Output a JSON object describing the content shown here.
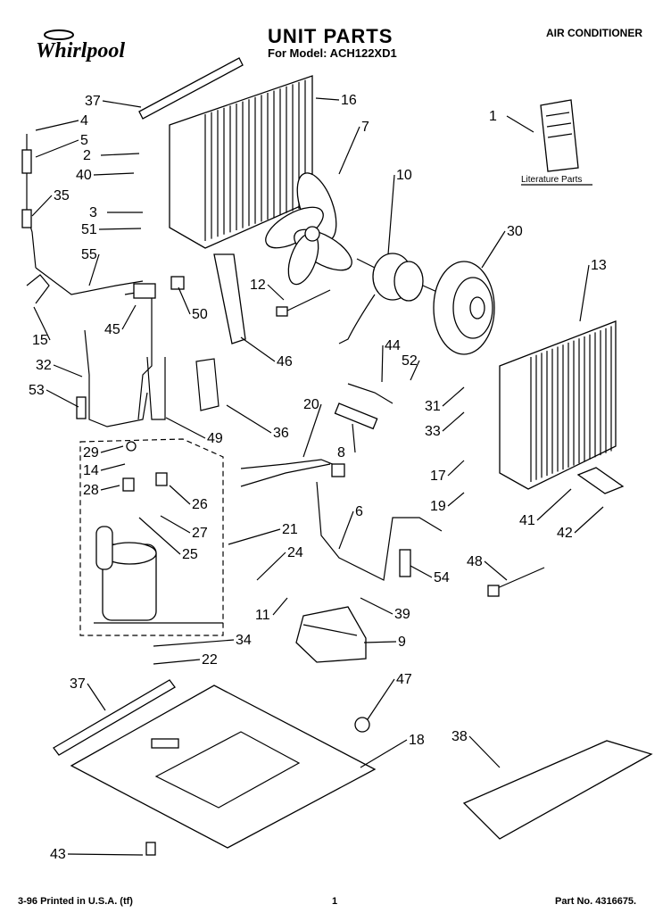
{
  "header": {
    "brand": "Whirlpool",
    "title": "UNIT PARTS",
    "model_line": "For Model: ACH122XD1",
    "product": "AIR CONDITIONER"
  },
  "literature_label": "Literature Parts",
  "callouts": [
    "1",
    "2",
    "3",
    "4",
    "5",
    "6",
    "7",
    "8",
    "9",
    "10",
    "11",
    "12",
    "13",
    "14",
    "15",
    "16",
    "17",
    "18",
    "19",
    "20",
    "21",
    "22",
    "24",
    "25",
    "26",
    "27",
    "28",
    "29",
    "30",
    "31",
    "32",
    "33",
    "34",
    "35",
    "36",
    "37",
    "37",
    "38",
    "39",
    "40",
    "41",
    "42",
    "43",
    "44",
    "45",
    "46",
    "47",
    "48",
    "49",
    "50",
    "51",
    "52",
    "53",
    "54",
    "55"
  ],
  "footer": {
    "printed": "3-96 Printed in U.S.A. (tf)",
    "page": "1",
    "part_no": "Part No. 4316675."
  }
}
